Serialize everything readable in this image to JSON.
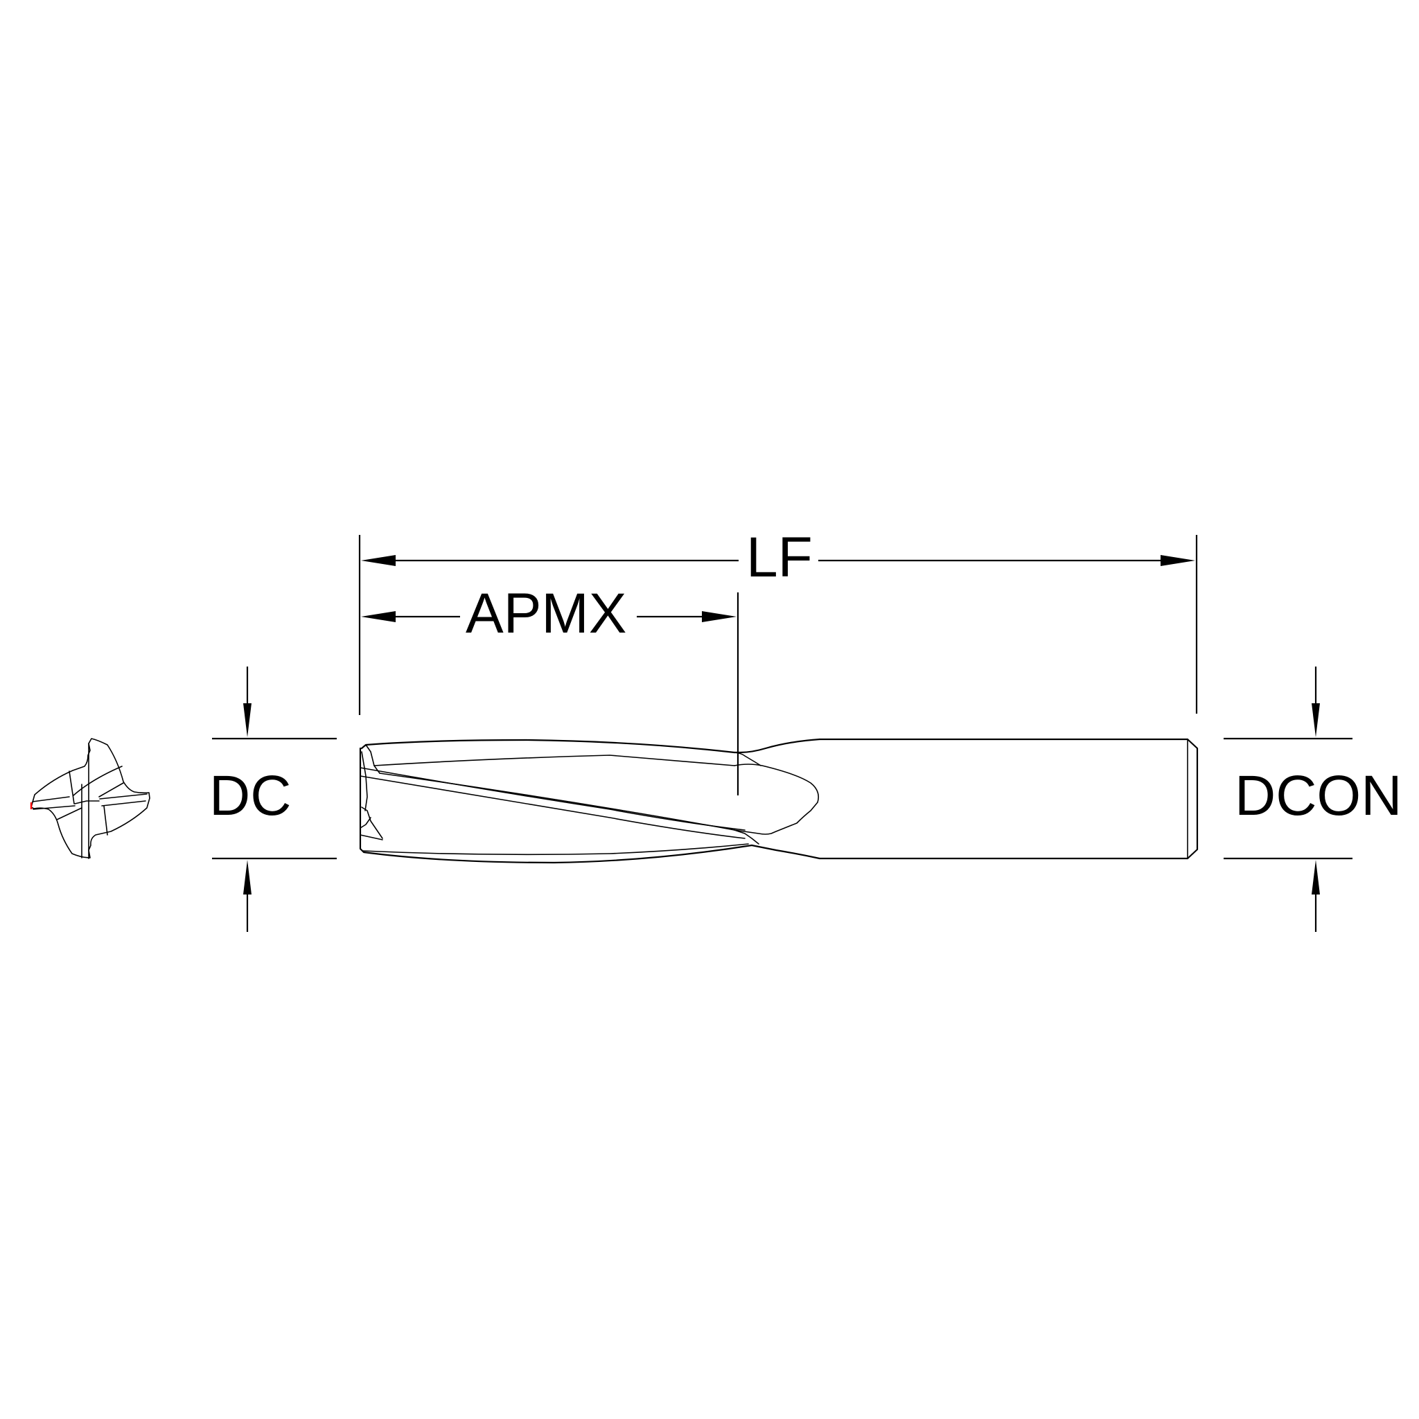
{
  "labels": {
    "lf": "LF",
    "apmx": "APMX",
    "dc": "DC",
    "dcon": "DCON"
  },
  "colors": {
    "line": "#000000",
    "background": "#ffffff",
    "marker": "#ff0000"
  }
}
